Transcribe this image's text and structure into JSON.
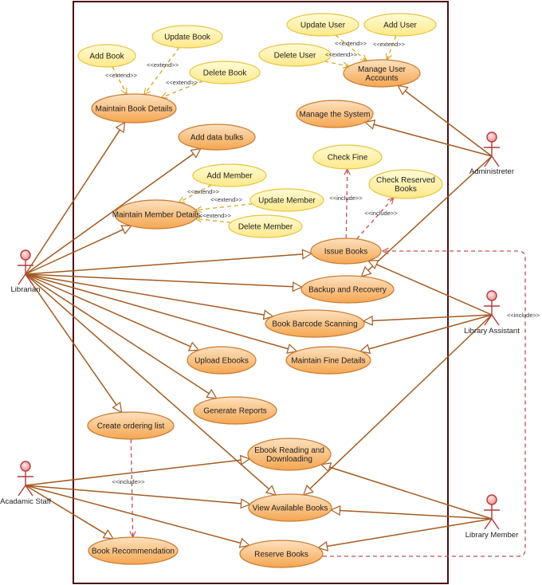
{
  "colors": {
    "boundary": "#4d0f0f",
    "assoc": "#a45a20",
    "dep_extend": "#d9a521",
    "dep_include": "#c0504d",
    "actor_fill": "#f3a6a6",
    "actor_stroke": "#b23a3a",
    "uc_yellow_fill": "#fff3a8",
    "uc_yellow_stroke": "#e6c440",
    "uc_orange_fill": "#f7b56b",
    "uc_orange_stroke": "#c97a30"
  },
  "actors": [
    {
      "id": "librarian",
      "label": "Librarian"
    },
    {
      "id": "administrator",
      "label": "Administreter"
    },
    {
      "id": "library_assistant",
      "label": "Library Assistant"
    },
    {
      "id": "academic_staff",
      "label": "Acadamic Staff"
    },
    {
      "id": "library_member",
      "label": "Library Member"
    }
  ],
  "use_cases": [
    {
      "id": "add_book",
      "lines": [
        "Add Book"
      ],
      "style": "yellow"
    },
    {
      "id": "update_book",
      "lines": [
        "Update Book"
      ],
      "style": "yellow"
    },
    {
      "id": "delete_book",
      "lines": [
        "Delete Book"
      ],
      "style": "yellow"
    },
    {
      "id": "maintain_book_details",
      "lines": [
        "Maintain Book Details"
      ],
      "style": "orange"
    },
    {
      "id": "update_user",
      "lines": [
        "Update User"
      ],
      "style": "yellow"
    },
    {
      "id": "add_user",
      "lines": [
        "Add User"
      ],
      "style": "yellow"
    },
    {
      "id": "delete_user",
      "lines": [
        "Delete User"
      ],
      "style": "yellow"
    },
    {
      "id": "manage_user_accounts",
      "lines": [
        "Manage User",
        "Accounts"
      ],
      "style": "orange"
    },
    {
      "id": "manage_system",
      "lines": [
        "Manage the System"
      ],
      "style": "orange"
    },
    {
      "id": "add_data_bulks",
      "lines": [
        "Add data bulks"
      ],
      "style": "orange"
    },
    {
      "id": "check_fine",
      "lines": [
        "Check Fine"
      ],
      "style": "yellow"
    },
    {
      "id": "add_member",
      "lines": [
        "Add Member"
      ],
      "style": "yellow"
    },
    {
      "id": "check_reserved",
      "lines": [
        "Check Reserved",
        "Books"
      ],
      "style": "yellow"
    },
    {
      "id": "maintain_member_details",
      "lines": [
        "Maintain Member Details"
      ],
      "style": "orange"
    },
    {
      "id": "update_member",
      "lines": [
        "Update Member"
      ],
      "style": "yellow"
    },
    {
      "id": "delete_member",
      "lines": [
        "Delete Member"
      ],
      "style": "yellow"
    },
    {
      "id": "issue_books",
      "lines": [
        "Issue Books"
      ],
      "style": "orange"
    },
    {
      "id": "backup_recovery",
      "lines": [
        "Backup and Recovery"
      ],
      "style": "orange"
    },
    {
      "id": "barcode_scanning",
      "lines": [
        "Book Barcode Scanning"
      ],
      "style": "orange"
    },
    {
      "id": "upload_ebooks",
      "lines": [
        "Upload Ebooks"
      ],
      "style": "orange"
    },
    {
      "id": "maintain_fine",
      "lines": [
        "Maintain Fine Details"
      ],
      "style": "orange"
    },
    {
      "id": "generate_reports",
      "lines": [
        "Generate Reports"
      ],
      "style": "orange"
    },
    {
      "id": "create_ordering_list",
      "lines": [
        "Create ordering list"
      ],
      "style": "orange"
    },
    {
      "id": "ebook_reading",
      "lines": [
        "Ebook Reading and",
        "Downloading"
      ],
      "style": "orange"
    },
    {
      "id": "view_available_books",
      "lines": [
        "View Available Books"
      ],
      "style": "orange"
    },
    {
      "id": "book_recommendation",
      "lines": [
        "Book Recommendation"
      ],
      "style": "orange"
    },
    {
      "id": "reserve_books",
      "lines": [
        "Reserve Books"
      ],
      "style": "orange"
    }
  ],
  "associations": [
    [
      "librarian",
      "maintain_book_details"
    ],
    [
      "librarian",
      "add_data_bulks"
    ],
    [
      "librarian",
      "maintain_member_details"
    ],
    [
      "librarian",
      "issue_books"
    ],
    [
      "librarian",
      "backup_recovery"
    ],
    [
      "librarian",
      "barcode_scanning"
    ],
    [
      "librarian",
      "maintain_fine"
    ],
    [
      "librarian",
      "upload_ebooks"
    ],
    [
      "librarian",
      "generate_reports"
    ],
    [
      "librarian",
      "create_ordering_list"
    ],
    [
      "librarian",
      "view_available_books"
    ],
    [
      "administrator",
      "manage_user_accounts"
    ],
    [
      "administrator",
      "manage_system"
    ],
    [
      "administrator",
      "backup_recovery"
    ],
    [
      "library_assistant",
      "issue_books"
    ],
    [
      "library_assistant",
      "barcode_scanning"
    ],
    [
      "library_assistant",
      "maintain_fine"
    ],
    [
      "library_assistant",
      "view_available_books"
    ],
    [
      "academic_staff",
      "ebook_reading"
    ],
    [
      "academic_staff",
      "view_available_books"
    ],
    [
      "academic_staff",
      "book_recommendation"
    ],
    [
      "academic_staff",
      "reserve_books"
    ],
    [
      "library_member",
      "ebook_reading"
    ],
    [
      "library_member",
      "view_available_books"
    ],
    [
      "library_member",
      "reserve_books"
    ]
  ],
  "dependencies": [
    {
      "from": "add_book",
      "to": "maintain_book_details",
      "kind": "extend",
      "label": "<<extend>>"
    },
    {
      "from": "update_book",
      "to": "maintain_book_details",
      "kind": "extend",
      "label": "<<extend>>"
    },
    {
      "from": "delete_book",
      "to": "maintain_book_details",
      "kind": "extend",
      "label": "<<extend>>"
    },
    {
      "from": "update_user",
      "to": "manage_user_accounts",
      "kind": "extend",
      "label": "<<extend>>"
    },
    {
      "from": "delete_user",
      "to": "manage_user_accounts",
      "kind": "extend",
      "label": "<<extend>>"
    },
    {
      "from": "add_user",
      "to": "manage_user_accounts",
      "kind": "extend",
      "label": "<<extend>>"
    },
    {
      "from": "add_member",
      "to": "maintain_member_details",
      "kind": "extend",
      "label": "<<extend>>"
    },
    {
      "from": "update_member",
      "to": "maintain_member_details",
      "kind": "extend",
      "label": "<<extend>>"
    },
    {
      "from": "delete_member",
      "to": "maintain_member_details",
      "kind": "extend",
      "label": "<<extend>>"
    },
    {
      "from": "issue_books",
      "to": "check_fine",
      "kind": "include",
      "label": "<<include>>"
    },
    {
      "from": "issue_books",
      "to": "check_reserved",
      "kind": "include",
      "label": "<<include>>"
    },
    {
      "from": "create_ordering_list",
      "to": "book_recommendation",
      "kind": "include",
      "label": "<<include>>"
    },
    {
      "from": "reserve_books",
      "to": "issue_books",
      "kind": "include",
      "label": "<<include>>"
    }
  ]
}
